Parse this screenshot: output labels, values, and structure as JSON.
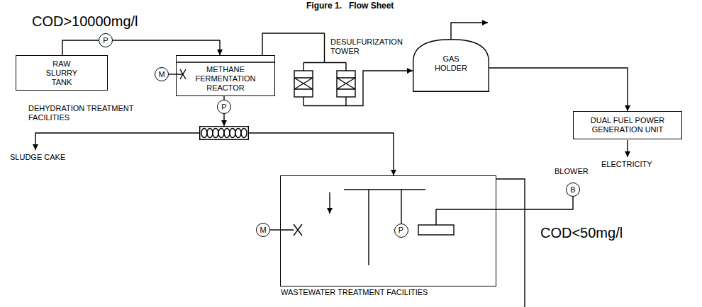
{
  "diagram": {
    "title": "Figure 1.   Flow Sheet",
    "nodes": [
      {
        "text": [
          "RAW SLURRY TANK"
        ]
      },
      {
        "text": [
          "P"
        ]
      },
      {
        "text": [
          "M"
        ]
      },
      {
        "text": [
          "METHANE FERMENTATION REACTOR"
        ]
      },
      {
        "text": [
          "DESULFURIZATION TOWER"
        ]
      },
      {
        "text": [
          "GAS HOLDER"
        ]
      },
      {
        "text": [
          "P"
        ]
      },
      {
        "text": [
          "DUAL FUEL POWER GENERATION UNIT"
        ]
      },
      {
        "text": [
          "DEHYDRATION TREATMENT FACILITIES"
        ]
      },
      {
        "text": [
          "B"
        ]
      },
      {
        "text": [
          "M"
        ]
      },
      {
        "text": [
          "WASTEWATER TREATMENT FACILITIES"
        ]
      },
      {
        "text": [
          "P"
        ],
        "in": 11
      }
    ],
    "edges": [
      {
        "from": 0,
        "to": 1,
        "arrow": "none"
      },
      {
        "from": 1,
        "to": 3,
        "arrow": "to"
      },
      {
        "from": 2,
        "to": 3,
        "arrow": "none"
      },
      {
        "from": 3,
        "to": 4,
        "arrow": "none"
      },
      {
        "from": 4,
        "to": 5,
        "arrow": "to"
      },
      {
        "from": 5,
        "to": 7,
        "arrow": "to"
      },
      {
        "from": 3,
        "to": 6,
        "arrow": "none"
      },
      {
        "from": 6,
        "to": 8,
        "arrow": "to"
      },
      {
        "from": 8,
        "to": 11,
        "arrow": "to"
      },
      {
        "from": 9,
        "to": 11,
        "arrow": "none"
      },
      {
        "from": 10,
        "to": 11,
        "arrow": "none"
      }
    ],
    "labels": [
      "COD>10000mg/l",
      "BLOWER",
      "SLUDGE CAKE",
      "ELECTRICITY",
      "COD<50mg/l"
    ]
  }
}
